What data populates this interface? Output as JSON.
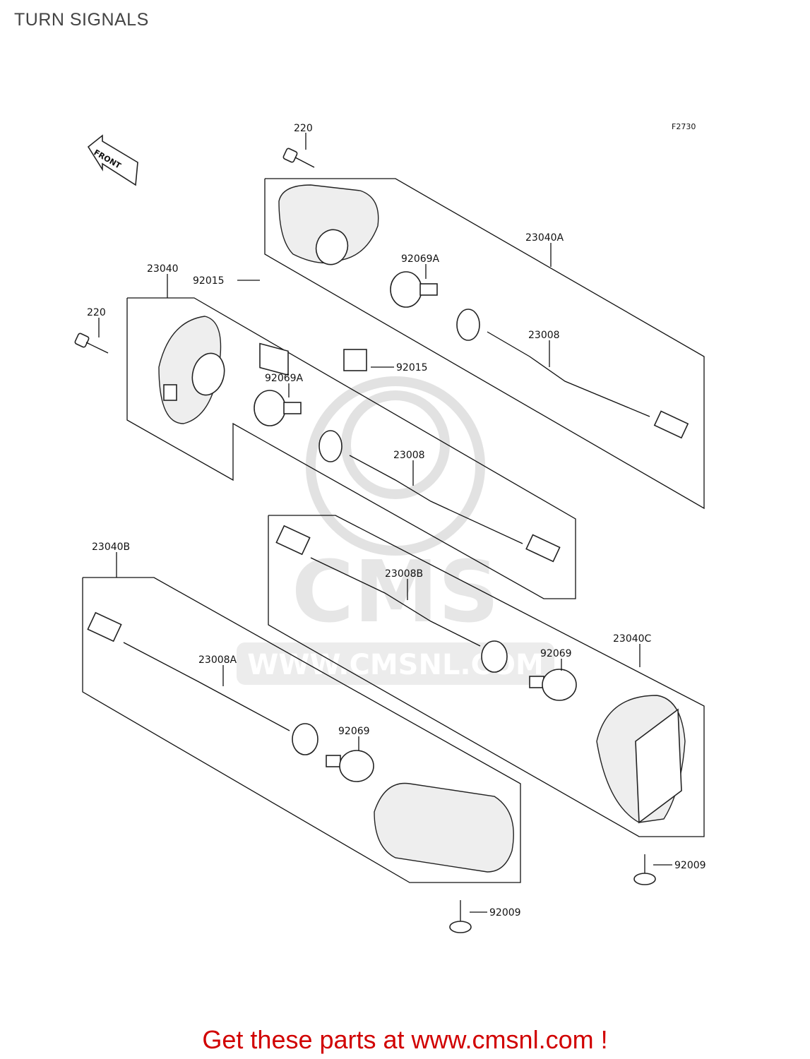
{
  "title": "TURN SIGNALS",
  "figure_code": "F2730",
  "front_arrow": "FRONT",
  "watermark": {
    "brand": "CMS",
    "url": "WWW.CMSNL.COM"
  },
  "labels": {
    "bolt_top": "220",
    "bolt_left": "220",
    "lamp_rear_right": "23040A",
    "lamp_rear_left": "23040",
    "lamp_front_left": "23040B",
    "lamp_front_right": "23040C",
    "bulb_rear_right": "92069A",
    "bulb_rear_left": "92069A",
    "bulb_front_left": "92069",
    "bulb_front_right": "92069",
    "clip_upper": "92015",
    "clip_lower": "92015",
    "socket_rear_right": "23008",
    "socket_rear_left": "23008",
    "socket_front_left": "23008A",
    "socket_front_right": "23008B",
    "screw_front_right": "92009",
    "screw_front_left": "92009"
  },
  "promo_text": "Get these parts at www.cmsnl.com !",
  "colors": {
    "promo": "#d10000",
    "line": "#111111",
    "watermark": "#cfcfcf"
  }
}
